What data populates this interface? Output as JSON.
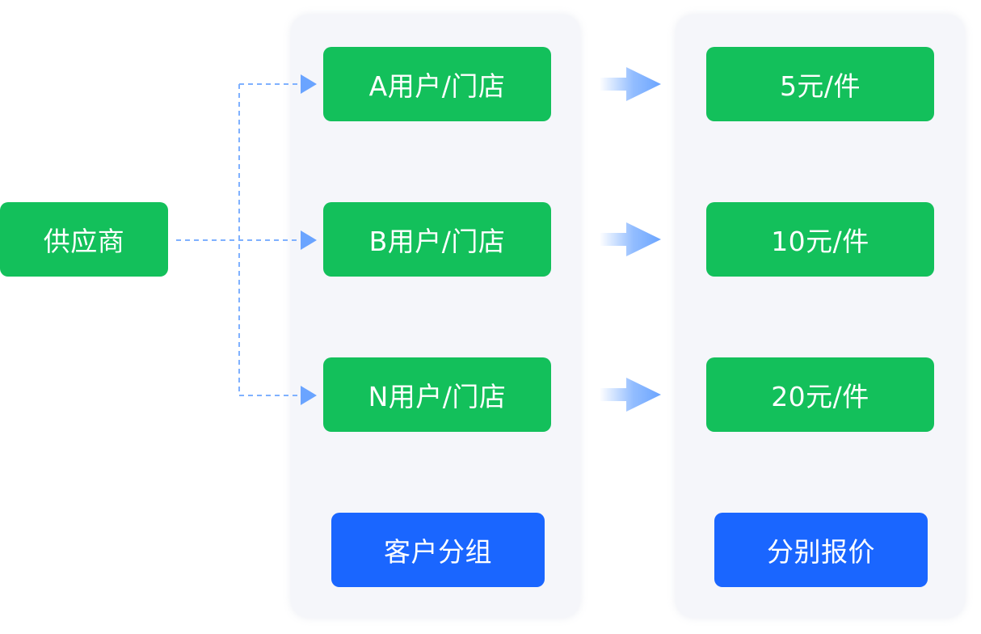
{
  "supplier": {
    "label": "供应商"
  },
  "customer_groups": [
    {
      "label": "A用户/门店"
    },
    {
      "label": "B用户/门店"
    },
    {
      "label": "N用户/门店"
    }
  ],
  "prices": [
    {
      "label": "5元/件"
    },
    {
      "label": "10元/件"
    },
    {
      "label": "20元/件"
    }
  ],
  "columns": {
    "groups_title": "客户分组",
    "prices_title": "分别报价"
  },
  "colors": {
    "node_green": "#13c05b",
    "label_blue": "#1a66ff",
    "panel_bg": "#f5f6fa",
    "connector": "#7fb1ff"
  }
}
